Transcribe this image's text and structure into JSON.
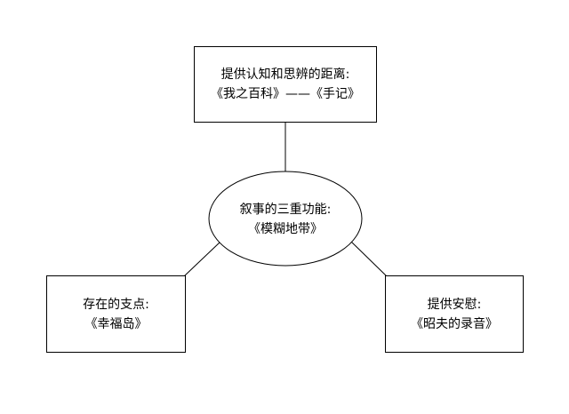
{
  "diagram": {
    "center": {
      "line1": "叙事的三重功能:",
      "line2": "《模糊地带》"
    },
    "top": {
      "line1": "提供认知和思辨的距离:",
      "line2": "《我之百科》——《手记》"
    },
    "left": {
      "line1": "存在的支点:",
      "line2": "《幸福岛》"
    },
    "right": {
      "line1": "提供安慰:",
      "line2": "《昭夫的录音》"
    }
  },
  "colors": {
    "stroke": "#000000",
    "fill": "#ffffff"
  }
}
